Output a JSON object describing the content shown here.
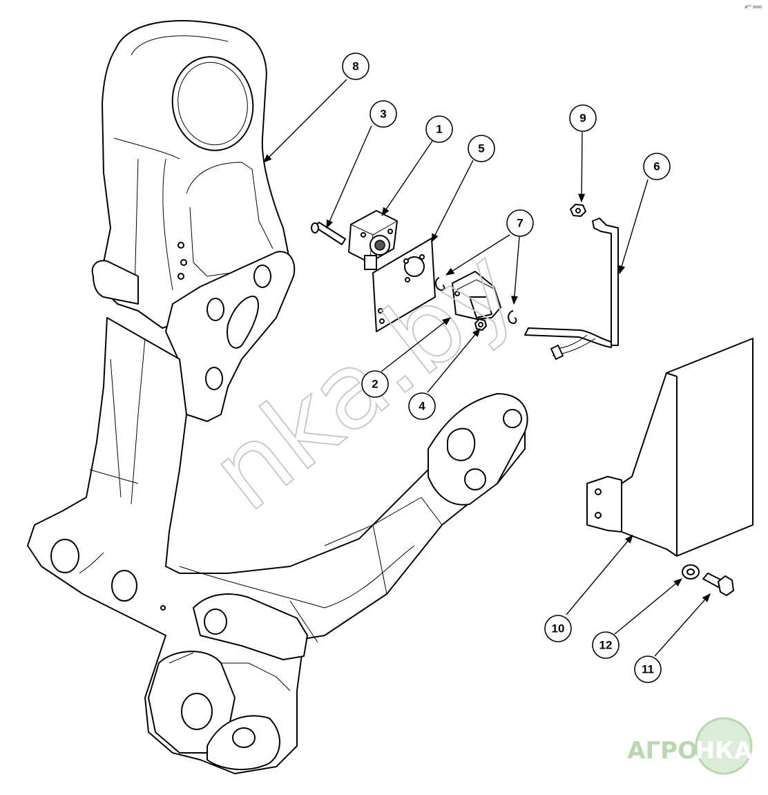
{
  "diagram": {
    "corner_code": "a⁰⁰ ooo",
    "watermark": "nka.by",
    "logo": {
      "left": "АГРО",
      "right": "НКА"
    },
    "callouts": [
      {
        "id": "1",
        "label": "1"
      },
      {
        "id": "2",
        "label": "2"
      },
      {
        "id": "3",
        "label": "3"
      },
      {
        "id": "4",
        "label": "4"
      },
      {
        "id": "5",
        "label": "5"
      },
      {
        "id": "6",
        "label": "6"
      },
      {
        "id": "7",
        "label": "7"
      },
      {
        "id": "8",
        "label": "8"
      },
      {
        "id": "9",
        "label": "9"
      },
      {
        "id": "10",
        "label": "10"
      },
      {
        "id": "11",
        "label": "11"
      },
      {
        "id": "12",
        "label": "12"
      }
    ]
  }
}
